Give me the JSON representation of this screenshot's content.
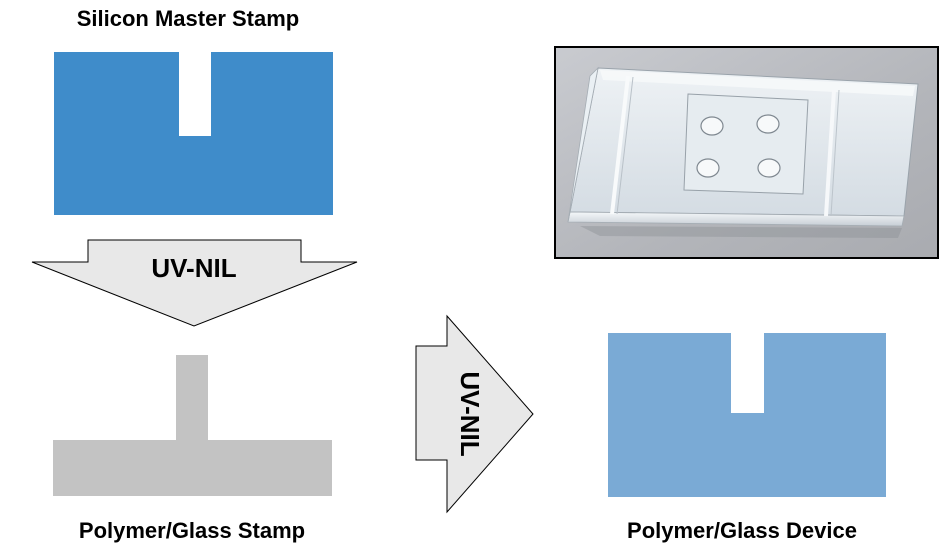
{
  "labels": {
    "master_stamp": "Silicon Master Stamp",
    "polymer_stamp": "Polymer/Glass Stamp",
    "device": "Polymer/Glass Device"
  },
  "arrows": {
    "down": "UV-NIL",
    "right": "UV-NIL"
  },
  "colors": {
    "master": "#3f8cca",
    "device": "#7aaad5",
    "stamp": "#c3c3c3",
    "arrow_fill": "#e8e8e8",
    "arrow_stroke": "#000000",
    "photo_frame": "#000000",
    "photo_bg": "#b8b9be",
    "glass": "#dfe6ec"
  },
  "photo": {
    "description_icon": "glass-chip-photo"
  }
}
